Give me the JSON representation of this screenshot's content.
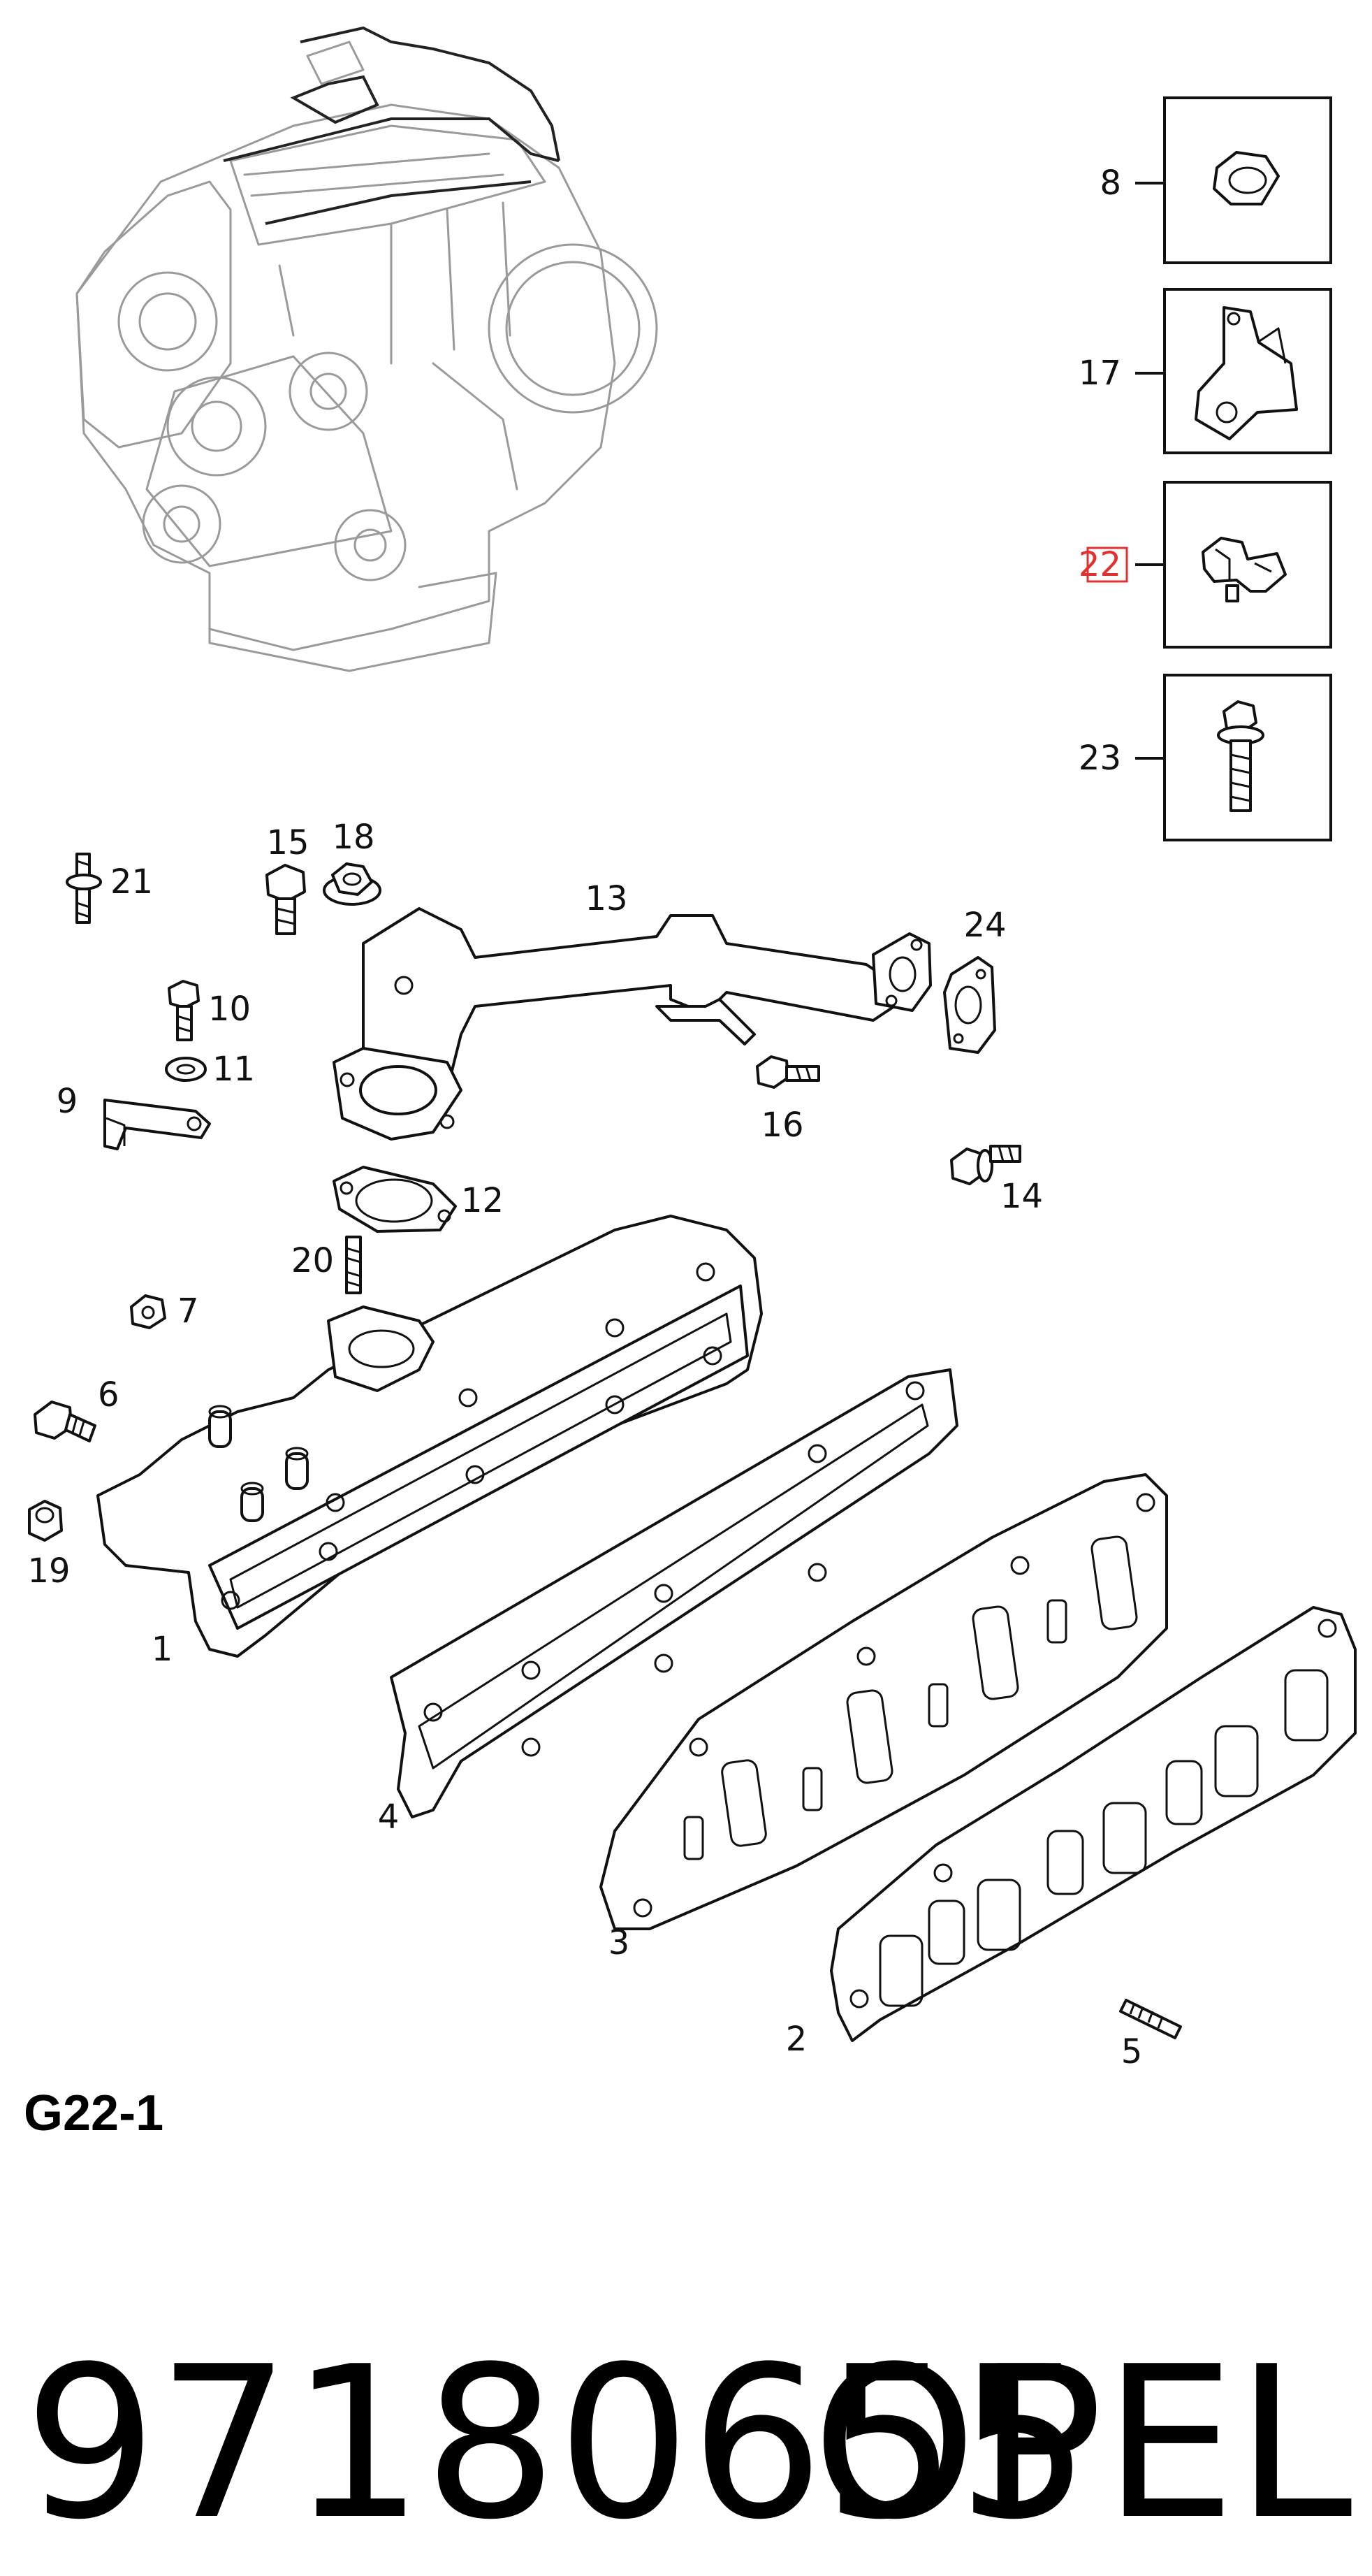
{
  "diagram": {
    "section_code": "G22-1",
    "part_number": "97180655",
    "brand": "OPEL",
    "highlighted_callout": "22",
    "highlight_color": "#e03030",
    "inset_callouts": [
      "8",
      "17",
      "22",
      "23"
    ],
    "callouts": {
      "c1": "1",
      "c2": "2",
      "c3": "3",
      "c4": "4",
      "c5": "5",
      "c6": "6",
      "c7": "7",
      "c9": "9",
      "c10": "10",
      "c11": "11",
      "c12": "12",
      "c13": "13",
      "c14": "14",
      "c15": "15",
      "c16": "16",
      "c18": "18",
      "c19": "19",
      "c20": "20",
      "c21": "21",
      "c24": "24"
    },
    "inset": {
      "i8": "8",
      "i17": "17",
      "i22": "22",
      "i23": "23"
    }
  }
}
